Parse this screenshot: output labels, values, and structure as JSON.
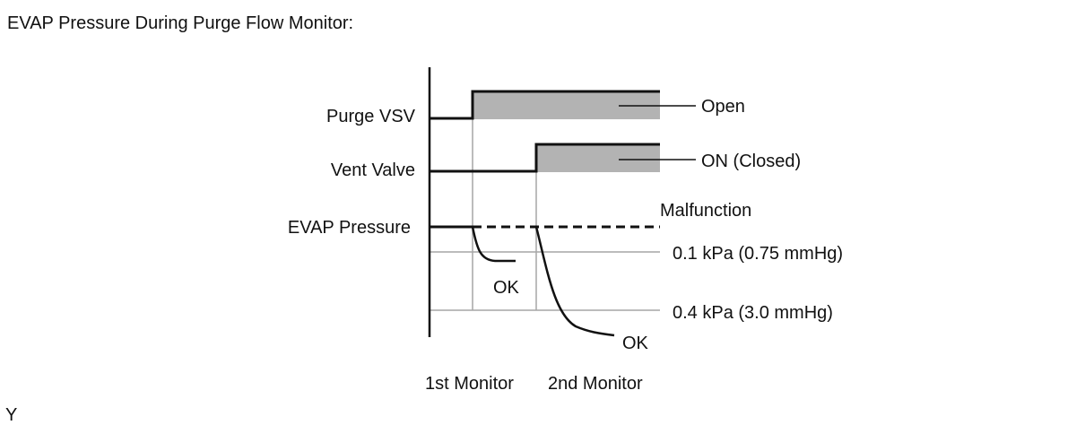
{
  "title": "EVAP Pressure During Purge Flow Monitor:",
  "footer_code": "Y",
  "colors": {
    "line": "#111111",
    "shade": "#b3b3b3",
    "grid": "#a6a6a6"
  },
  "rows": {
    "purge_vsv": {
      "label": "Purge VSV",
      "state_label": "Open"
    },
    "vent_valve": {
      "label": "Vent Valve",
      "state_label": "ON (Closed)"
    },
    "evap_pressure": {
      "label": "EVAP Pressure",
      "malfunction_label": "Malfunction",
      "threshold_1": "0.1 kPa (0.75 mmHg)",
      "threshold_2": "0.4 kPa (3.0 mmHg)",
      "ok_1": "OK",
      "ok_2": "OK"
    }
  },
  "monitors": {
    "first": "1st Monitor",
    "second": "2nd Monitor"
  }
}
